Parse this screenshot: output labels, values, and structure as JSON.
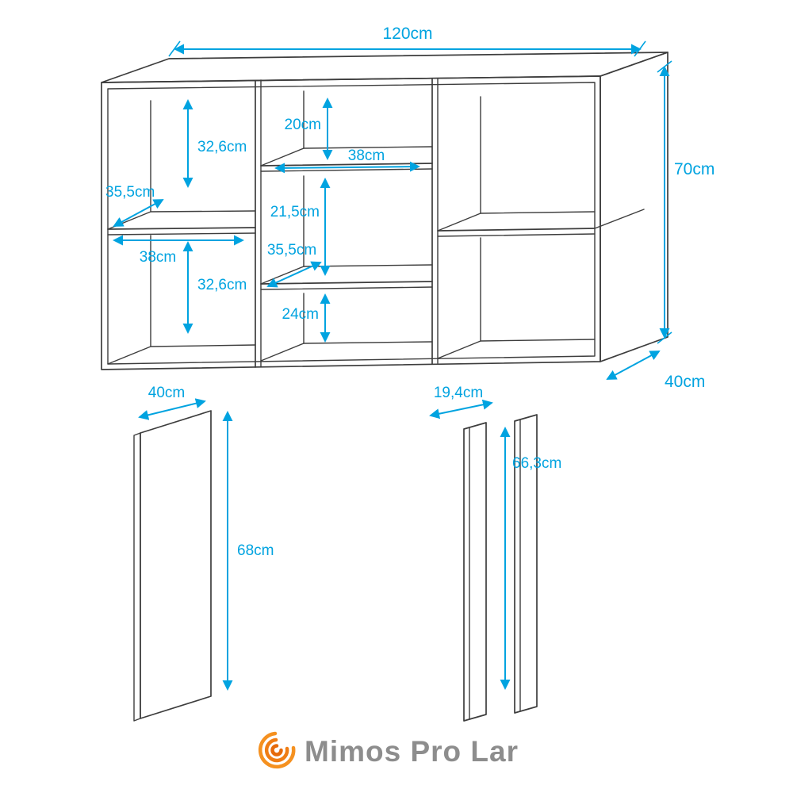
{
  "cabinet": {
    "width": "120cm",
    "height": "70cm",
    "depth": "40cm",
    "left_top_height": "32,6cm",
    "left_shelf_depth": "35,5cm",
    "left_width": "38cm",
    "left_bottom_height": "32,6cm",
    "mid_top_gap": "20cm",
    "mid_shelf_width": "38cm",
    "mid_middle_gap": "21,5cm",
    "mid_shelf_depth": "35,5cm",
    "mid_bottom_gap": "24cm"
  },
  "side_panel": {
    "width": "40cm",
    "height": "68cm"
  },
  "divider_panels": {
    "width": "19,4cm",
    "height": "66,3cm"
  },
  "logo": {
    "text": "Mimos Pro Lar"
  },
  "colors": {
    "dimension": "#00a3e0",
    "line": "#3d3d3d",
    "logo_text": "#8d8d8d",
    "logo_icon": "#f28c1e"
  }
}
